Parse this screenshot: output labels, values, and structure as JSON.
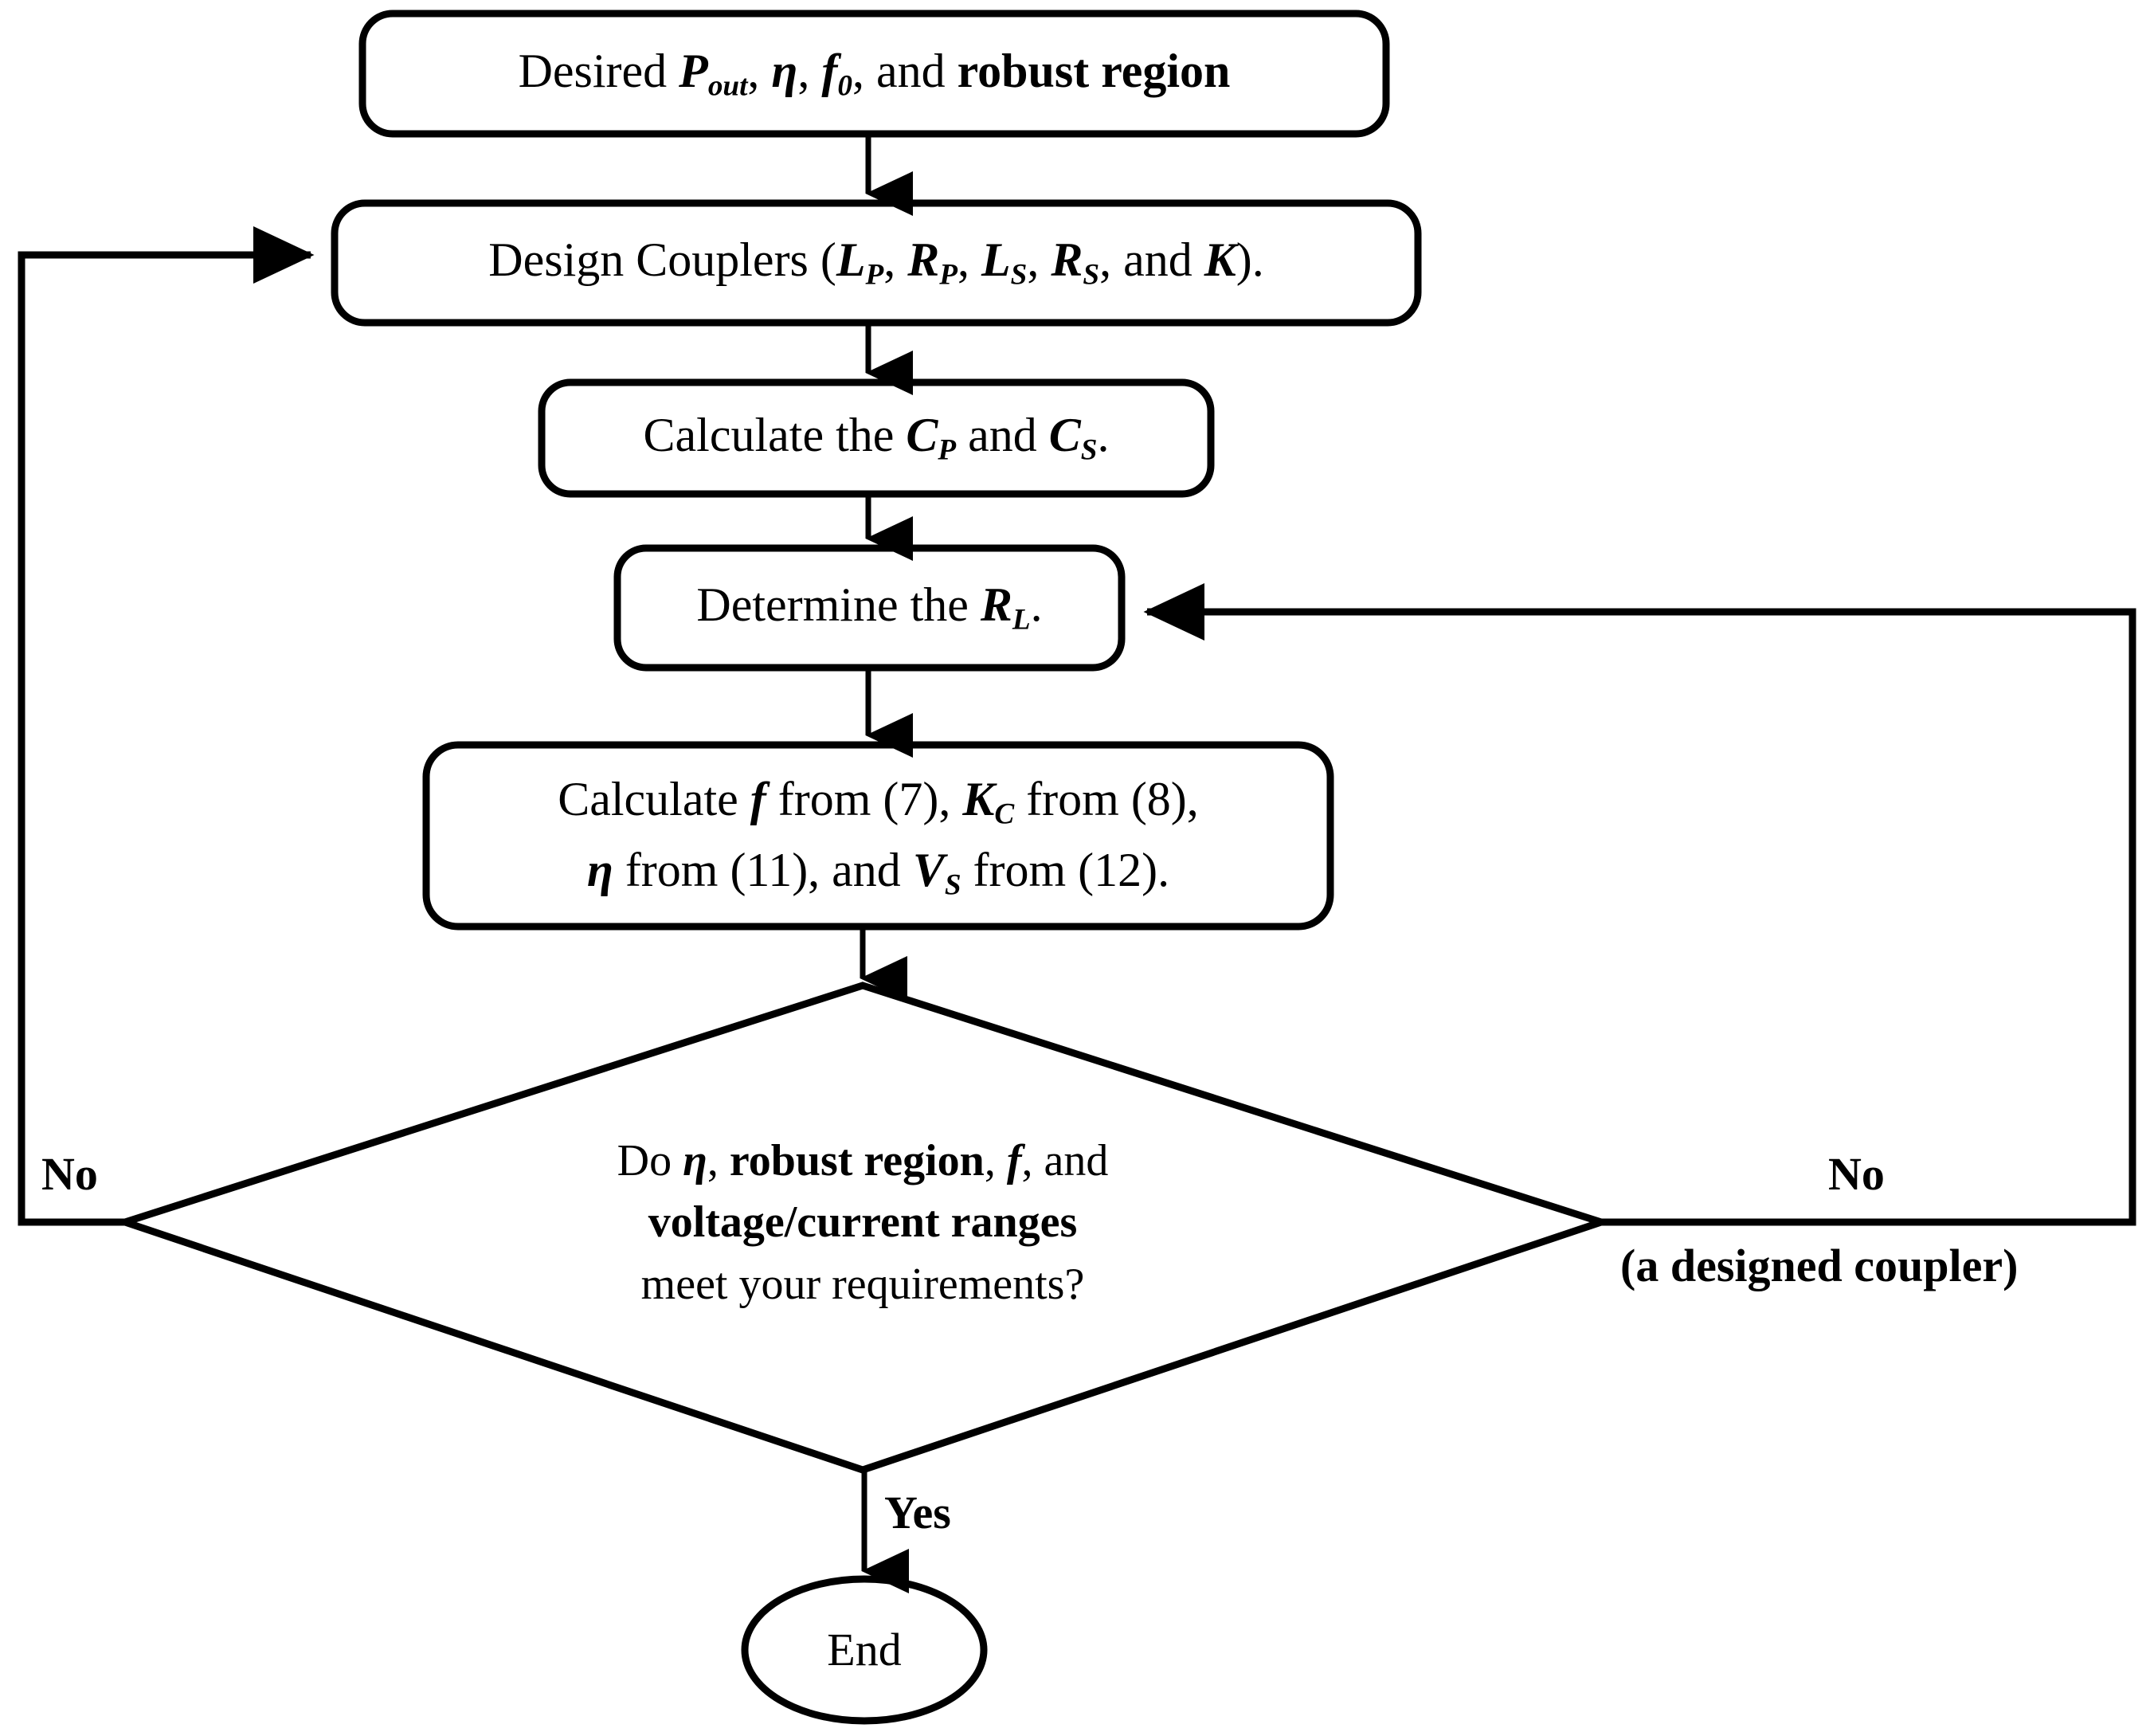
{
  "diagram": {
    "title": "Coupler design procedure flowchart",
    "background_color": "#ffffff",
    "line_color": "#000000"
  },
  "nodes": {
    "start": {
      "shape": "rounded-rectangle",
      "text_plain": "Desired P_out, η, f_0, and robust region",
      "segments": [
        "Desired ",
        "P",
        "out",
        ", ",
        "η",
        ", ",
        "f",
        "0",
        ", and ",
        "robust region"
      ]
    },
    "design_couplers": {
      "shape": "rounded-rectangle",
      "text_plain": "Design Couplers (L_P, R_P, L_S, R_S, and K)."
    },
    "calculate_caps": {
      "shape": "rounded-rectangle",
      "text_plain": "Calculate the C_P and C_S."
    },
    "determine_rl": {
      "shape": "rounded-rectangle",
      "text_plain": "Determine the R_L."
    },
    "calculate_params": {
      "shape": "rounded-rectangle",
      "line1_plain": "Calculate f from (7), K_C from (8),",
      "line2_plain": "η from (11), and V_S from (12)."
    },
    "decision": {
      "shape": "diamond",
      "line1_plain": "Do η, robust region, f, and",
      "line2_plain": "voltage/current ranges",
      "line3_plain": "meet your requirements?"
    },
    "end": {
      "shape": "ellipse",
      "label": "End"
    }
  },
  "edge_labels": {
    "no_left": "No",
    "no_right": "No",
    "no_right_sub": "(a designed coupler)",
    "yes": "Yes"
  }
}
